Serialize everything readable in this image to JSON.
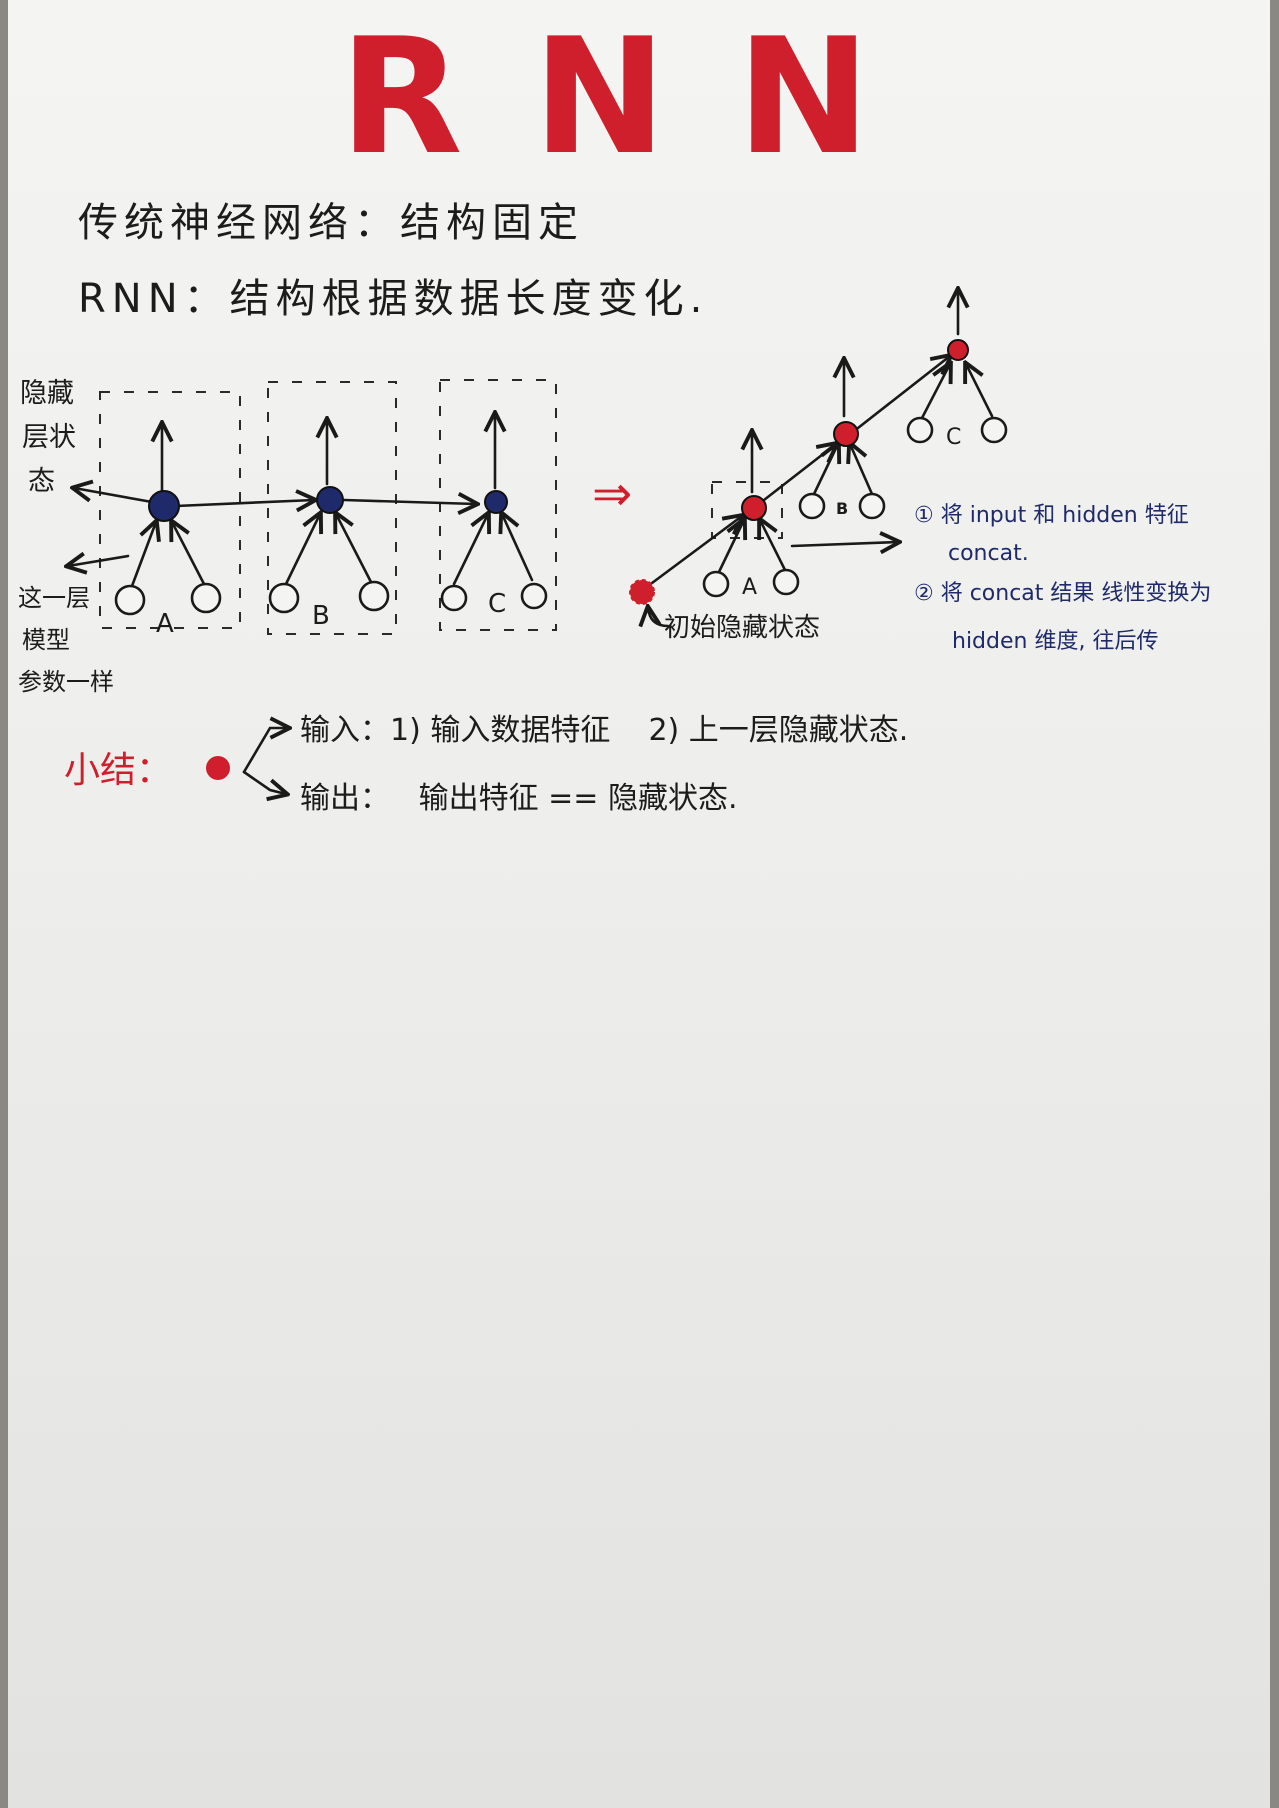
{
  "title": "RNN",
  "line1": "传统神经网络：结构固定",
  "line2": "RNN：结构根据数据长度变化.",
  "left_diagram": {
    "side_label": [
      "隐藏",
      "层状",
      "态"
    ],
    "bottom_label": [
      "这一层",
      "模型",
      "参数一样"
    ],
    "cells": [
      "A",
      "B",
      "C"
    ]
  },
  "arrow_symbol": "⇒",
  "right_diagram": {
    "input_a": "A",
    "input_b": "B",
    "input_c": "C",
    "init_label": "初始隐藏状态",
    "note1_line1": "① 将 input 和 hidden 特征",
    "note1_line2": "concat.",
    "note2_line1": "② 将 concat 结果 线性变换为",
    "note2_line2": "hidden 维度, 往后传"
  },
  "summary": {
    "label": "小结：",
    "input_line": "输入：1) 输入数据特征    2) 上一层隐藏状态.",
    "output_line": "输出：   输出特征 == 隐藏状态."
  },
  "colors": {
    "red": "#d01f2c",
    "blue": "#1f2a6b",
    "ink": "#1a1a1a"
  }
}
